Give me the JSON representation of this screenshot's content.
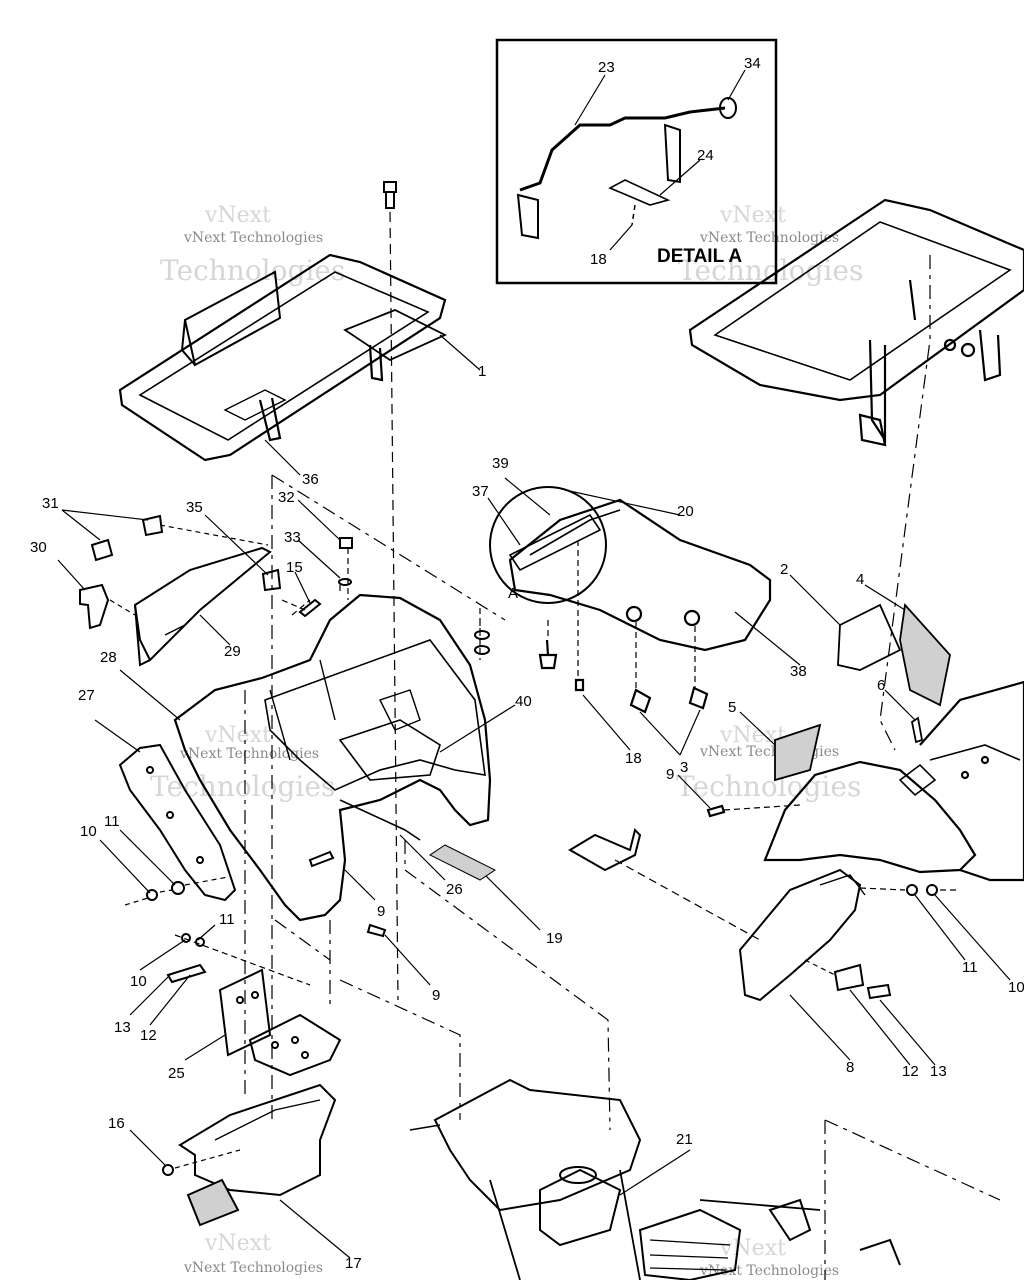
{
  "detail": {
    "title": "DETAIL A",
    "marker": "A"
  },
  "watermark": {
    "line1": "vNext",
    "line2": "vNext Technologies",
    "line3": "Technologies"
  },
  "callouts": [
    {
      "id": "c23",
      "text": "23"
    },
    {
      "id": "c34",
      "text": "34"
    },
    {
      "id": "c24",
      "text": "24"
    },
    {
      "id": "c18a",
      "text": "18"
    },
    {
      "id": "c1",
      "text": "1"
    },
    {
      "id": "c36",
      "text": "36"
    },
    {
      "id": "c31",
      "text": "31"
    },
    {
      "id": "c35",
      "text": "35"
    },
    {
      "id": "c32",
      "text": "32"
    },
    {
      "id": "c33",
      "text": "33"
    },
    {
      "id": "c15",
      "text": "15"
    },
    {
      "id": "c30",
      "text": "30"
    },
    {
      "id": "c29",
      "text": "29"
    },
    {
      "id": "c28",
      "text": "28"
    },
    {
      "id": "c27",
      "text": "27"
    },
    {
      "id": "c39",
      "text": "39"
    },
    {
      "id": "c37",
      "text": "37"
    },
    {
      "id": "c20",
      "text": "20"
    },
    {
      "id": "c2",
      "text": "2"
    },
    {
      "id": "c4",
      "text": "4"
    },
    {
      "id": "c38",
      "text": "38"
    },
    {
      "id": "c40",
      "text": "40"
    },
    {
      "id": "c18b",
      "text": "18"
    },
    {
      "id": "c6",
      "text": "6"
    },
    {
      "id": "c5",
      "text": "5"
    },
    {
      "id": "c3",
      "text": "3"
    },
    {
      "id": "c9a",
      "text": "9"
    },
    {
      "id": "c10a",
      "text": "10"
    },
    {
      "id": "c11a",
      "text": "11"
    },
    {
      "id": "c9b",
      "text": "9"
    },
    {
      "id": "c26",
      "text": "26"
    },
    {
      "id": "c19",
      "text": "19"
    },
    {
      "id": "c9c",
      "text": "9"
    },
    {
      "id": "c11b",
      "text": "11"
    },
    {
      "id": "c10b",
      "text": "10"
    },
    {
      "id": "c13a",
      "text": "13"
    },
    {
      "id": "c12a",
      "text": "12"
    },
    {
      "id": "c25",
      "text": "25"
    },
    {
      "id": "c11c",
      "text": "11"
    },
    {
      "id": "c10c",
      "text": "10"
    },
    {
      "id": "c8",
      "text": "8"
    },
    {
      "id": "c12b",
      "text": "12"
    },
    {
      "id": "c13b",
      "text": "13"
    },
    {
      "id": "c16",
      "text": "16"
    },
    {
      "id": "c17",
      "text": "17"
    },
    {
      "id": "c21",
      "text": "21"
    }
  ]
}
